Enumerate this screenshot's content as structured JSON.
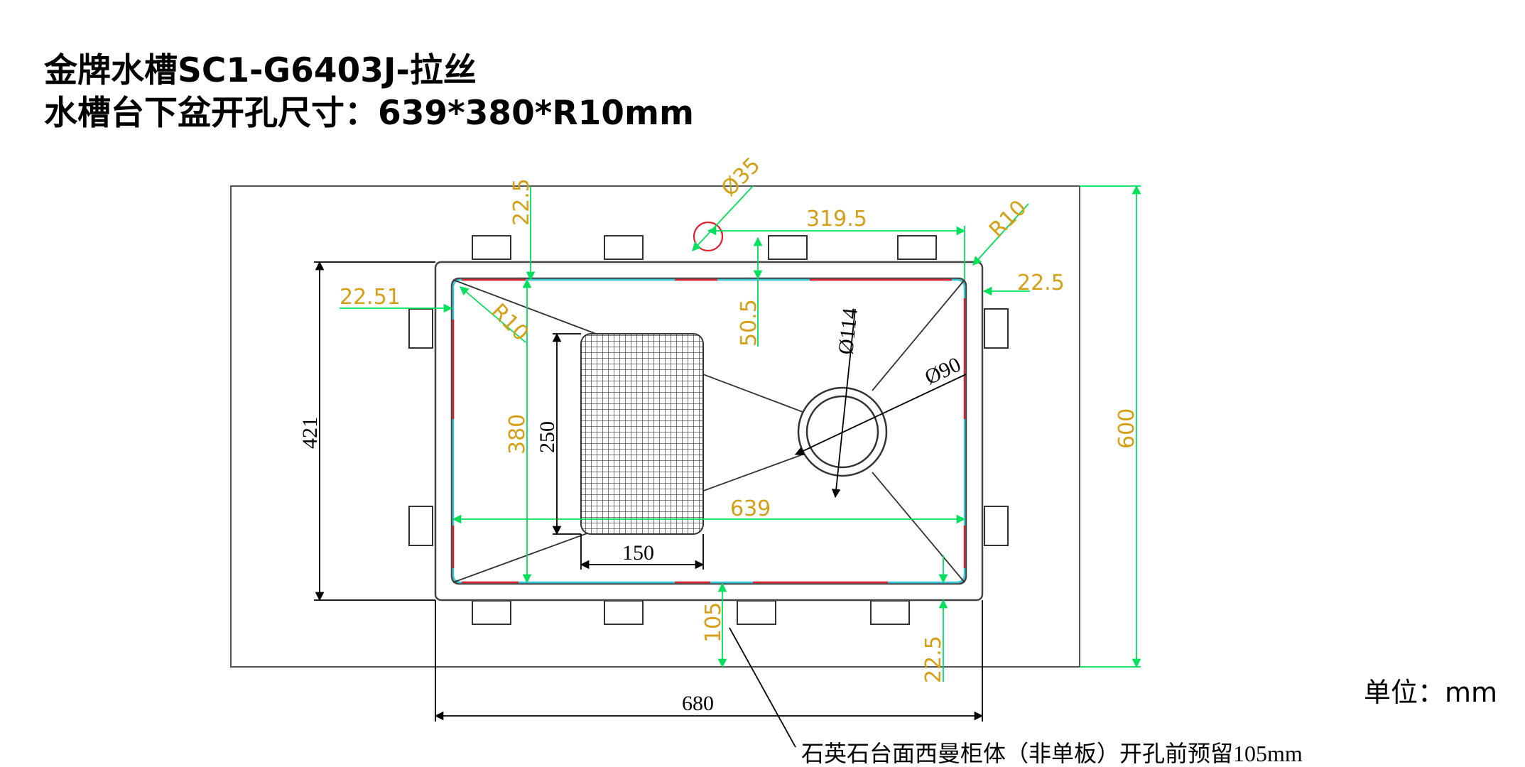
{
  "title": {
    "line1": "金牌水槽SC1-G6403J-拉丝",
    "line2": "水槽台下盆开孔尺寸：639*380*R10mm"
  },
  "unit_label": "单位：mm",
  "note": "石英石台面西曼柜体（非单板）开孔前预留105mm",
  "dimensions": {
    "d_22_5_top": "22.5",
    "d_dia35": "Ø35",
    "d_319_5": "319.5",
    "d_r10_top": "R10",
    "d_22_5_right": "22.5",
    "d_22_51": "22.51",
    "d_r10_left": "R10",
    "d_50_5": "50.5",
    "d_dia114": "Ø114",
    "d_dia90": "Ø90",
    "d_421": "421",
    "d_380": "380",
    "d_250": "250",
    "d_639": "639",
    "d_150": "150",
    "d_600": "600",
    "d_105": "105",
    "d_22_5_bottom": "22.5",
    "d_680": "680"
  },
  "colors": {
    "outline": "#555555",
    "dimension_green": "#00e05a",
    "cyan": "#35c8d8",
    "red": "#e0202a",
    "dimension_text": "#d4a017"
  }
}
